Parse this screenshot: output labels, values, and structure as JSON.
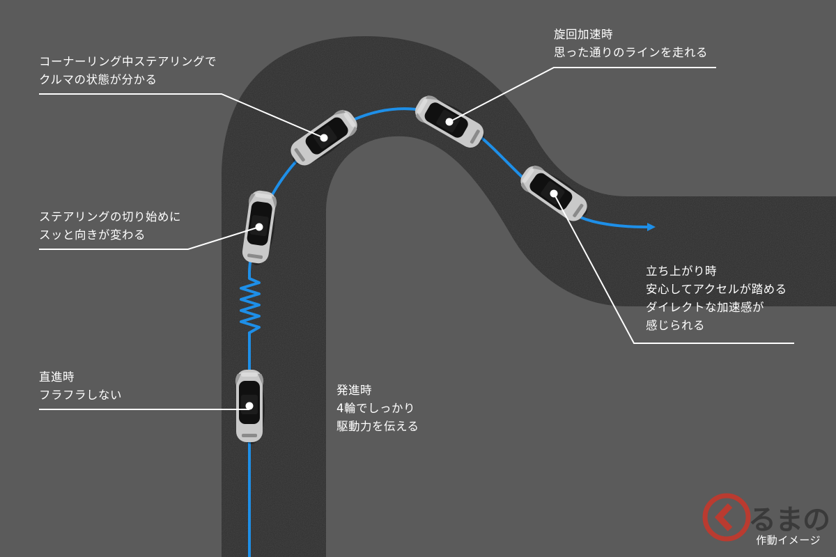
{
  "callouts": {
    "cornering_feel": {
      "lines": [
        "コーナーリング中ステアリングで",
        "クルマの状態が分かる"
      ]
    },
    "acceleration_turn": {
      "lines": [
        "旋回加速時",
        "思った通りのラインを走れる"
      ]
    },
    "steering_start": {
      "lines": [
        "ステアリングの切り始めに",
        "スッと向きが変わる"
      ]
    },
    "exit": {
      "lines": [
        "立ち上がり時",
        "安心してアクセルが踏める",
        "ダイレクトな加速感が",
        "感じられる"
      ]
    },
    "straight": {
      "lines": [
        "直進時",
        "フラフラしない"
      ]
    },
    "launch": {
      "lines": [
        "発進時",
        "4輪でしっかり",
        "駆動力を伝える"
      ]
    }
  },
  "caption": "作動イメージ",
  "logo": {
    "text": "るまの"
  },
  "colors": {
    "background": "#5b5b5b",
    "road": "#2f2f2f",
    "trajectory": "#1e8fe8",
    "car_body": "#c9c9c9",
    "text": "#ffffff",
    "logo_red": "#c4372b"
  }
}
